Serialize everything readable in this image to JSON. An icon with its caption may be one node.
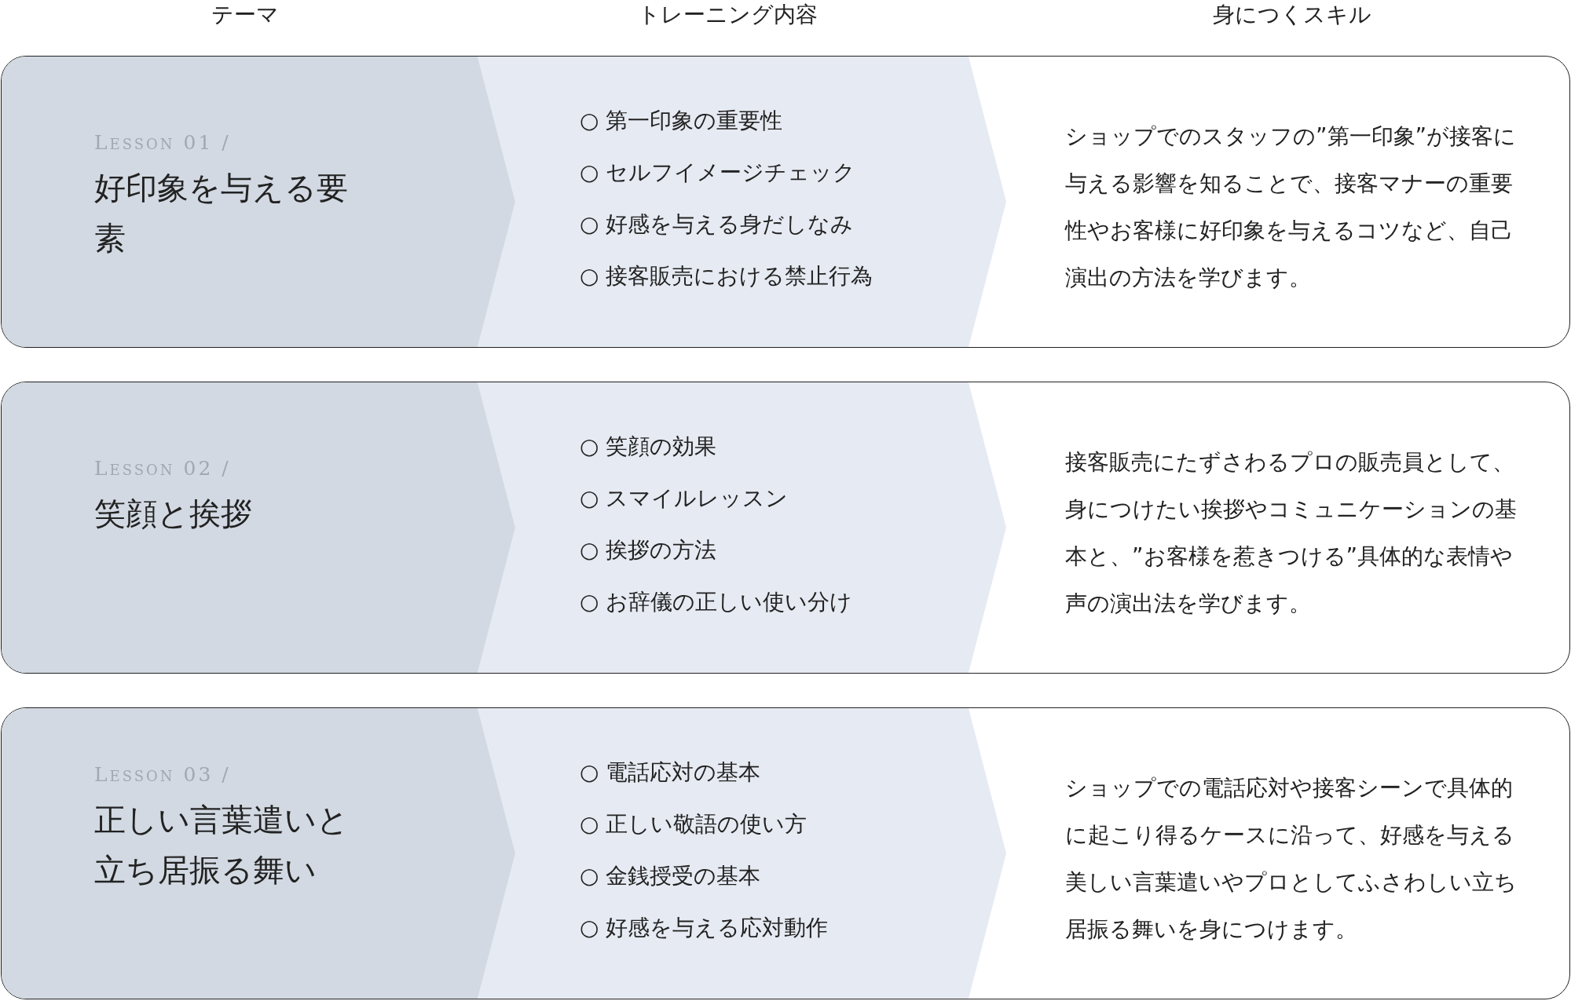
{
  "diagram": {
    "nodes": [
      {
        "text": [
          "ショップでのスタッフの”第一印象”が接客に与える影響を知ることで、接客マナーの重要性やお客様に好印象を与えるコツなど、自己演出の方法を学びます。"
        ]
      },
      {
        "text": [
          "Lesson 01 /",
          "好印象を与える要素"
        ],
        "in": 0
      },
      {
        "text": [
          "○ 第一印象の重要性",
          "○ セルフイメージチェック",
          "○ 好感を与える身だしなみ",
          "○ 接客販売における禁止行為"
        ],
        "in": 0
      },
      {
        "text": [
          "接客販売にたずさわるプロの販売員として、身につけたい挨拶やコミュニケーションの基本と、”お客様を惹きつける”具体的な表情や声の演出法を学びます。"
        ]
      },
      {
        "text": [
          "Lesson 02 /",
          "笑顔と挨拶"
        ],
        "in": 3
      },
      {
        "text": [
          "○ 笑顔の効果",
          "○ スマイルレッスン",
          "○ 挨拶の方法",
          "○ お辞儀の正しい使い分け"
        ],
        "in": 3
      },
      {
        "text": [
          "ショップでの電話応対や接客シーンで具体的に起こり得るケースに沿って、好感を与える美しい言葉遣いやプロとしてふさわしい立ち居振る舞いを身につけます。"
        ]
      },
      {
        "text": [
          "Lesson 03 /",
          "正しい言葉遣いと立ち居振る舞い"
        ],
        "in": 6
      },
      {
        "text": [
          "○ 電話応対の基本",
          "○ 正しい敬語の使い方",
          "○ 金銭授受の基本",
          "○ 好感を与える応対動作"
        ],
        "in": 6
      }
    ],
    "labels": [
      "テーマ",
      "トレーニング内容",
      "身につくスキル"
    ]
  }
}
